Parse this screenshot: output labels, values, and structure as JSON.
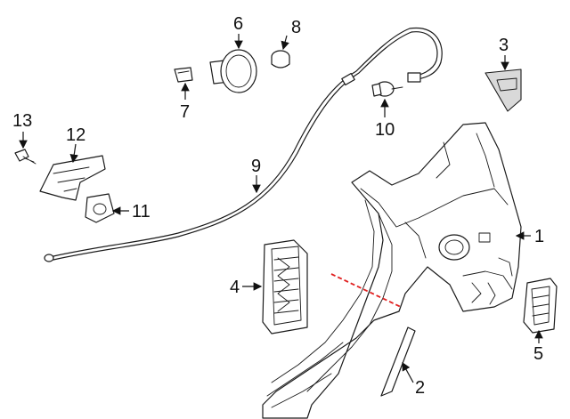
{
  "diagram": {
    "callouts": [
      {
        "id": "1",
        "label": "1"
      },
      {
        "id": "2",
        "label": "2"
      },
      {
        "id": "3",
        "label": "3"
      },
      {
        "id": "4",
        "label": "4"
      },
      {
        "id": "5",
        "label": "5"
      },
      {
        "id": "6",
        "label": "6"
      },
      {
        "id": "7",
        "label": "7"
      },
      {
        "id": "8",
        "label": "8"
      },
      {
        "id": "9",
        "label": "9"
      },
      {
        "id": "10",
        "label": "10"
      },
      {
        "id": "11",
        "label": "11"
      },
      {
        "id": "12",
        "label": "12"
      },
      {
        "id": "13",
        "label": "13"
      }
    ],
    "colors": {
      "line": "#1a1a1a",
      "cut_line": "#e02020",
      "shade": "#d9d9d9"
    }
  }
}
